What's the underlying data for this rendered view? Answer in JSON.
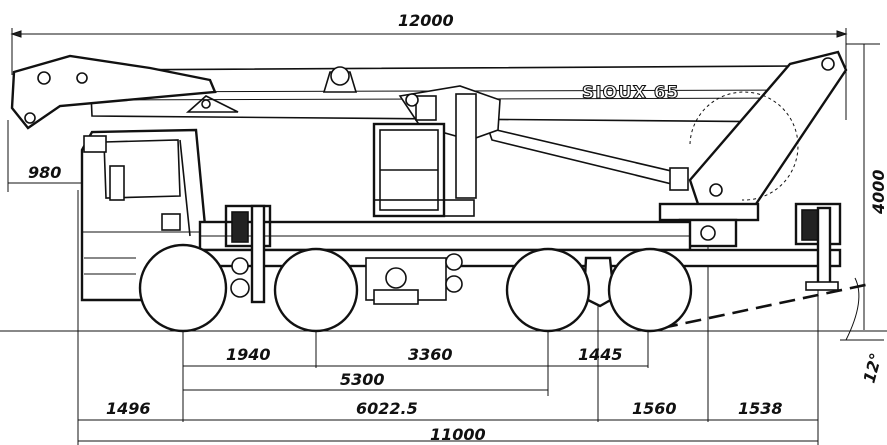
{
  "brand_label": "SIOUX 65",
  "dimensions": {
    "overall_length_top": "12000",
    "front_overhang_height": "980",
    "height": "4000",
    "axle_1_2": "1940",
    "axle_2_3": "3360",
    "axle_3_4": "1445",
    "axle_1_3": "5300",
    "front_overhang": "1496",
    "axle_1_rear_pivot": "6022.5",
    "rear_pivot_offset": "1560",
    "rear_overhang": "1538",
    "overall_length_bottom": "11000",
    "departure_angle": "12°"
  }
}
